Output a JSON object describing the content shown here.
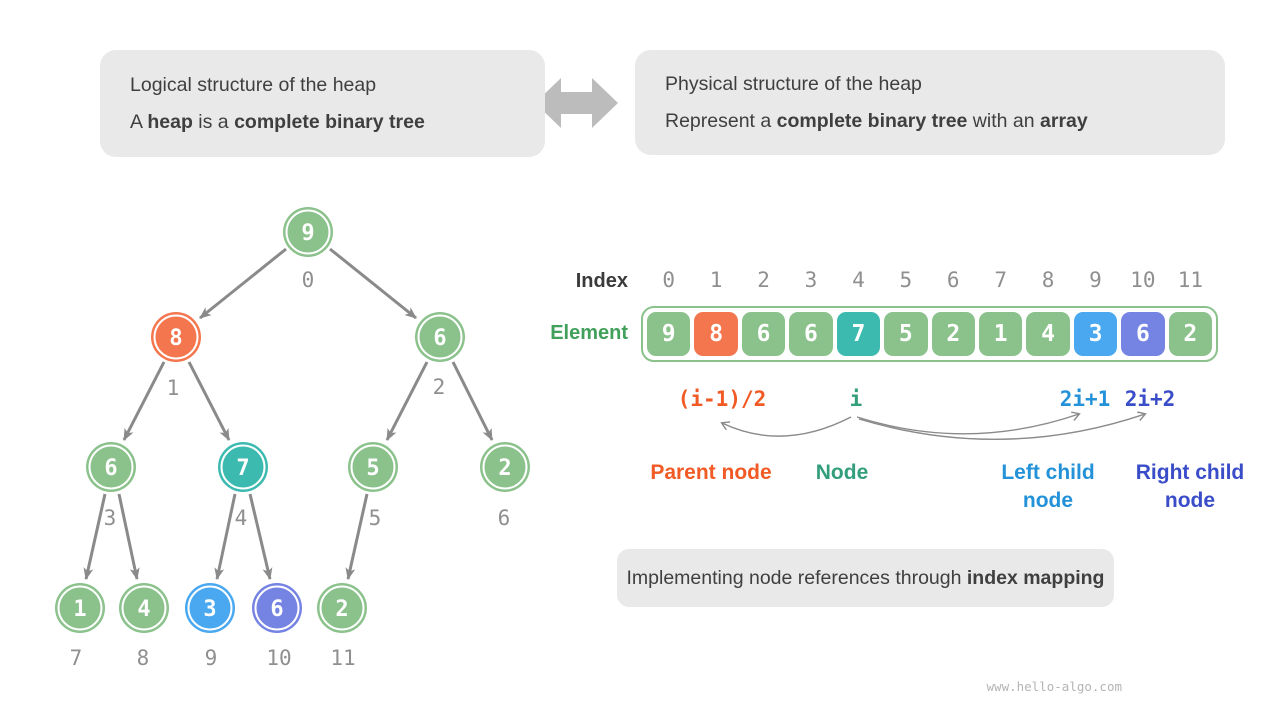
{
  "palette": {
    "green": "#8bc28c",
    "orange": "#f4764e",
    "teal": "#3dbab0",
    "blue": "#49a8f0",
    "indigo": "#7583e2",
    "greenText": "#42a05c",
    "orangeText": "#f15a24",
    "tealText": "#339e7c",
    "blueText": "#2492d8",
    "royalText": "#3a4dc9",
    "boxBg": "#e9e9e9",
    "boxText": "#3f3f3f",
    "arrowGray": "#8a8a8a",
    "bigArrowGray": "#bcbcbc",
    "indexGray": "#8f8f8f",
    "watermarkGray": "#b4b4b4"
  },
  "boxes": {
    "logical": {
      "line1": "Logical structure of the heap",
      "l2a": "A ",
      "l2b": "heap",
      "l2c": " is a ",
      "l2d": "complete binary tree"
    },
    "physical": {
      "line1": "Physical structure of the heap",
      "l2a": "Represent a ",
      "l2b": "complete binary tree",
      "l2c": " with an ",
      "l2d": "array"
    },
    "mapping": {
      "a": "Implementing node references through ",
      "b": "index mapping"
    }
  },
  "tree": {
    "nodes": [
      {
        "index": "0",
        "value": "9",
        "color": "green"
      },
      {
        "index": "1",
        "value": "8",
        "color": "orange"
      },
      {
        "index": "2",
        "value": "6",
        "color": "green"
      },
      {
        "index": "3",
        "value": "6",
        "color": "green"
      },
      {
        "index": "4",
        "value": "7",
        "color": "teal"
      },
      {
        "index": "5",
        "value": "5",
        "color": "green"
      },
      {
        "index": "6",
        "value": "2",
        "color": "green"
      },
      {
        "index": "7",
        "value": "1",
        "color": "green"
      },
      {
        "index": "8",
        "value": "4",
        "color": "green"
      },
      {
        "index": "9",
        "value": "3",
        "color": "blue"
      },
      {
        "index": "10",
        "value": "6",
        "color": "indigo"
      },
      {
        "index": "11",
        "value": "2",
        "color": "green"
      }
    ]
  },
  "array": {
    "index_label": "Index",
    "element_label": "Element",
    "indices": [
      "0",
      "1",
      "2",
      "3",
      "4",
      "5",
      "6",
      "7",
      "8",
      "9",
      "10",
      "11"
    ],
    "elements": [
      {
        "value": "9",
        "color": "green"
      },
      {
        "value": "8",
        "color": "orange"
      },
      {
        "value": "6",
        "color": "green"
      },
      {
        "value": "6",
        "color": "green"
      },
      {
        "value": "7",
        "color": "teal"
      },
      {
        "value": "5",
        "color": "green"
      },
      {
        "value": "2",
        "color": "green"
      },
      {
        "value": "1",
        "color": "green"
      },
      {
        "value": "4",
        "color": "green"
      },
      {
        "value": "3",
        "color": "blue"
      },
      {
        "value": "6",
        "color": "indigo"
      },
      {
        "value": "2",
        "color": "green"
      }
    ]
  },
  "formulas": {
    "parent": "(i-1)/2",
    "node": "i",
    "left_child": "2i+1",
    "right_child": "2i+2"
  },
  "role_labels": {
    "parent": "Parent node",
    "node": "Node",
    "left_child": "Left child node",
    "right_child": "Right child node"
  },
  "watermark": "www.hello-algo.com"
}
